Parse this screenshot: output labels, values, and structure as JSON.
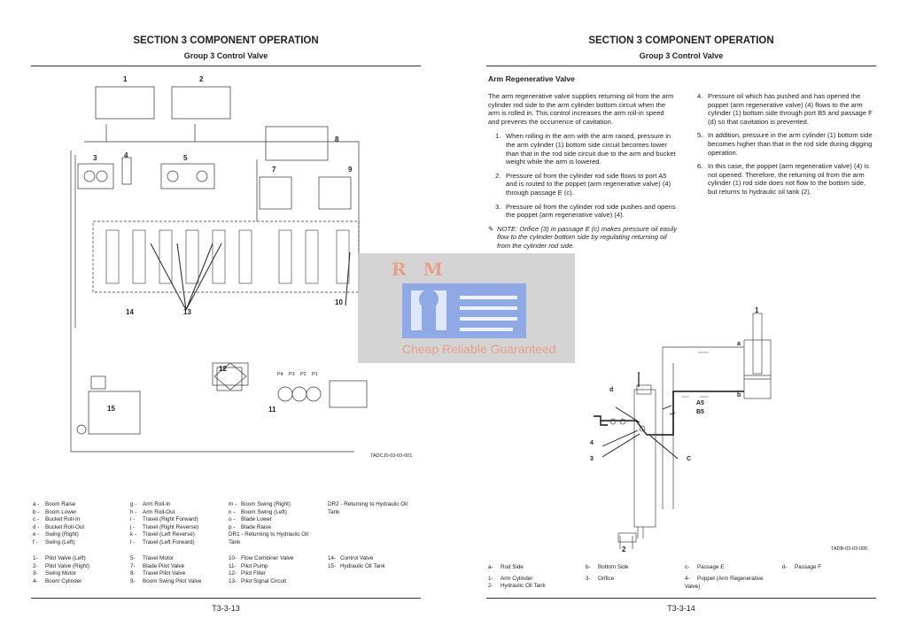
{
  "left_page": {
    "section_title": "SECTION 3 COMPONENT OPERATION",
    "group_title": "Group 3 Control Valve",
    "diagram": {
      "callouts": [
        "1",
        "2",
        "3",
        "4",
        "5",
        "7",
        "8",
        "9",
        "10",
        "11",
        "12",
        "13",
        "14",
        "15"
      ],
      "pump_ports": [
        "P4",
        "P3",
        "P2",
        "P1"
      ],
      "figure_id": "TADCJ0-03-03-001"
    },
    "legend_letters": [
      [
        [
          "a -",
          "Boom Raise"
        ],
        [
          "b -",
          "Boom Lower"
        ],
        [
          "c -",
          "Bucket Roll-In"
        ],
        [
          "d -",
          "Bucket Roll-Out"
        ],
        [
          "e -",
          "Swing (Right)"
        ],
        [
          "f -",
          "Swing (Left)"
        ]
      ],
      [
        [
          "g -",
          "Arm Roll-In"
        ],
        [
          "h -",
          "Arm Roll-Out"
        ],
        [
          "i -",
          "Travel (Right Forward)"
        ],
        [
          "j -",
          "Travel (Right Reverse)"
        ],
        [
          "k -",
          "Travel (Left Reverse)"
        ],
        [
          "l -",
          "Travel (Left Forward)"
        ]
      ],
      [
        [
          "m -",
          "Boom Swing (Right)"
        ],
        [
          "n -",
          "Boom Swing (Left)"
        ],
        [
          "o -",
          "Blade Lower"
        ],
        [
          "p -",
          "Blade Raise"
        ],
        [
          "DR1 -",
          "Returning to Hydraulic Oil Tank"
        ]
      ],
      [
        [
          "DR2 -",
          "Returning to Hydraulic Oil Tank"
        ]
      ]
    ],
    "legend_numbers": [
      [
        [
          "1-",
          "Pilot Valve (Left)"
        ],
        [
          "2-",
          "Pilot Valve (Right)"
        ],
        [
          "3-",
          "Swing Motor"
        ],
        [
          "4-",
          "Boom Cylinder"
        ]
      ],
      [
        [
          "5-",
          "Travel Motor"
        ],
        [
          "7-",
          "Blade Pilot Valve"
        ],
        [
          "8-",
          "Travel Pilot Valve"
        ],
        [
          "9-",
          "Boom Swing Pilot Valve"
        ]
      ],
      [
        [
          "10-",
          "Flow Combiner Valve"
        ],
        [
          "11-",
          "Pilot Pump"
        ],
        [
          "12-",
          "Pilot Filter"
        ],
        [
          "13-",
          "Pilot Signal Circuit"
        ]
      ],
      [
        [
          "14-",
          "Control Valve"
        ],
        [
          "15-",
          "Hydraulic Oil Tank"
        ]
      ]
    ],
    "page_number": "T3-3-13"
  },
  "right_page": {
    "section_title": "SECTION 3 COMPONENT OPERATION",
    "group_title": "Group 3 Control Valve",
    "heading": "Arm Regenerative Valve",
    "intro": "The arm regenerative valve supplies returning oil from the arm cylinder rod side to the arm cylinder bottom circuit when the arm is rolled in. This control increases the arm roll-in speed and prevents the occurrence of cavitation.",
    "steps_left": [
      {
        "n": "1.",
        "text": "When rolling in the arm with the arm raised, pressure in the arm cylinder (1) bottom side circuit becomes lower than that in the rod side circuit due to the arm and bucket weight while the arm is lowered."
      },
      {
        "n": "2.",
        "text": "Pressure oil from the cylinder rod side flows to port A5 and is routed to the poppet (arm regenerative valve) (4) through passage E (c)."
      },
      {
        "n": "3.",
        "text": "Pressure oil from the cylinder rod side pushes and opens the poppet (arm regenerative valve) (4)."
      }
    ],
    "note": "NOTE:    Orifice (3) in passage E (c) makes pressure oil easily flow to the cylinder bottom side by regulating returning oil from the cylinder rod side.",
    "steps_right": [
      {
        "n": "4.",
        "text": "Pressure oil which has pushed and has opened the poppet (arm regenerative valve) (4) flows to the arm cylinder (1) bottom side through port B5 and passage F (d) so that cavitation is prevented."
      },
      {
        "n": "5.",
        "text": "In addition, pressure in the arm cylinder (1) bottom side becomes higher than that in the rod side during digging operation."
      },
      {
        "n": "6.",
        "text": "In this case, the poppet (arm regenerative valve) (4) is not opened. Therefore, the returning oil from the arm cylinder (1) rod side does not flow to the bottom side, but returns to hydraulic oil tank (2)."
      }
    ],
    "diagram": {
      "labels": {
        "one": "1",
        "two": "2",
        "three": "3",
        "four": "4",
        "a": "a",
        "b": "b",
        "c": "C",
        "d": "d",
        "a5": "A5",
        "b5": "B5"
      },
      "figure_id": "TADB-03-03-005"
    },
    "legend_letters": [
      [
        "a-",
        "Rod Side"
      ],
      [
        "b-",
        "Bottom Side"
      ],
      [
        "c-",
        "Passage E"
      ],
      [
        "d-",
        "Passage F"
      ]
    ],
    "legend_numbers": [
      [
        "1-",
        "Arm Cylinder"
      ],
      [
        "2-",
        "Hydraulic Oil Tank"
      ],
      [
        "3-",
        "Orifice"
      ],
      [
        "4-",
        "Poppet (Arm Regenerative Valve)"
      ]
    ],
    "page_number": "T3-3-14"
  },
  "watermark": {
    "logo_text": "R M",
    "tagline": "Cheap Reliable Guaranteed"
  }
}
